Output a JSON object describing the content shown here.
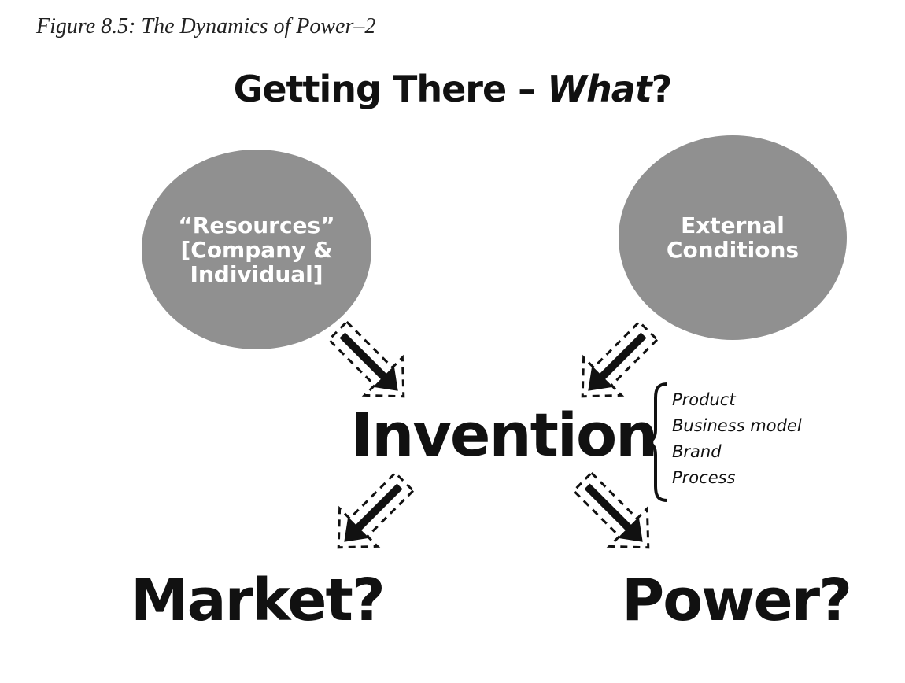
{
  "caption": "Figure 8.5: The Dynamics of Power–2",
  "heading": {
    "main": "Getting There – ",
    "emphasis": "What",
    "end": "?"
  },
  "resources_circle": {
    "lines": [
      "“Resources”",
      "[Company &",
      "Individual]"
    ]
  },
  "external_circle": {
    "lines": [
      "External",
      "Conditions"
    ]
  },
  "invention": "Invention",
  "invention_dimensions": [
    "Product",
    "Business model",
    "Brand",
    "Process"
  ],
  "market": "Market?",
  "power": "Power?",
  "colors": {
    "circle_fill": "#909090",
    "text": "#111111"
  }
}
